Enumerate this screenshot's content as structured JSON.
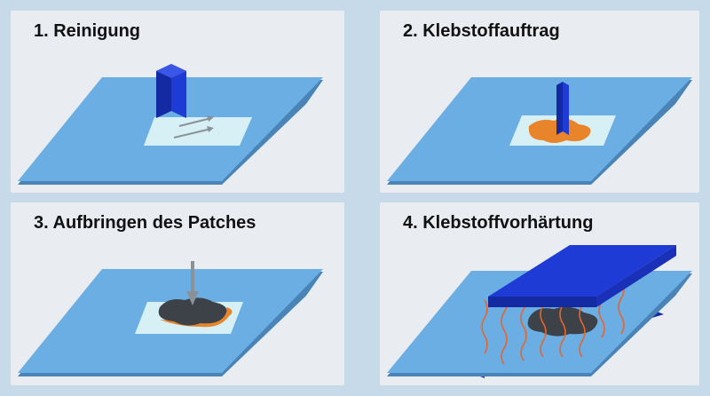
{
  "steps": [
    {
      "title": "1. Reinigung"
    },
    {
      "title": "2. Klebstoffauftrag"
    },
    {
      "title": "3. Aufbringen des Patches"
    },
    {
      "title": "4. Klebstoffvorhärtung"
    }
  ],
  "colors": {
    "background": "#c7dae9",
    "panel": "#e9edf1",
    "plate_top": "#6aaee4",
    "plate_edge": "#4a84b7",
    "tool_blue": "#1f3bd6",
    "tool_blue_dark": "#142aa3",
    "clean_area": "#d6f0f5",
    "adhesive": "#e8852a",
    "patch": "#3c4248",
    "heat_wave": "#e8642a"
  }
}
